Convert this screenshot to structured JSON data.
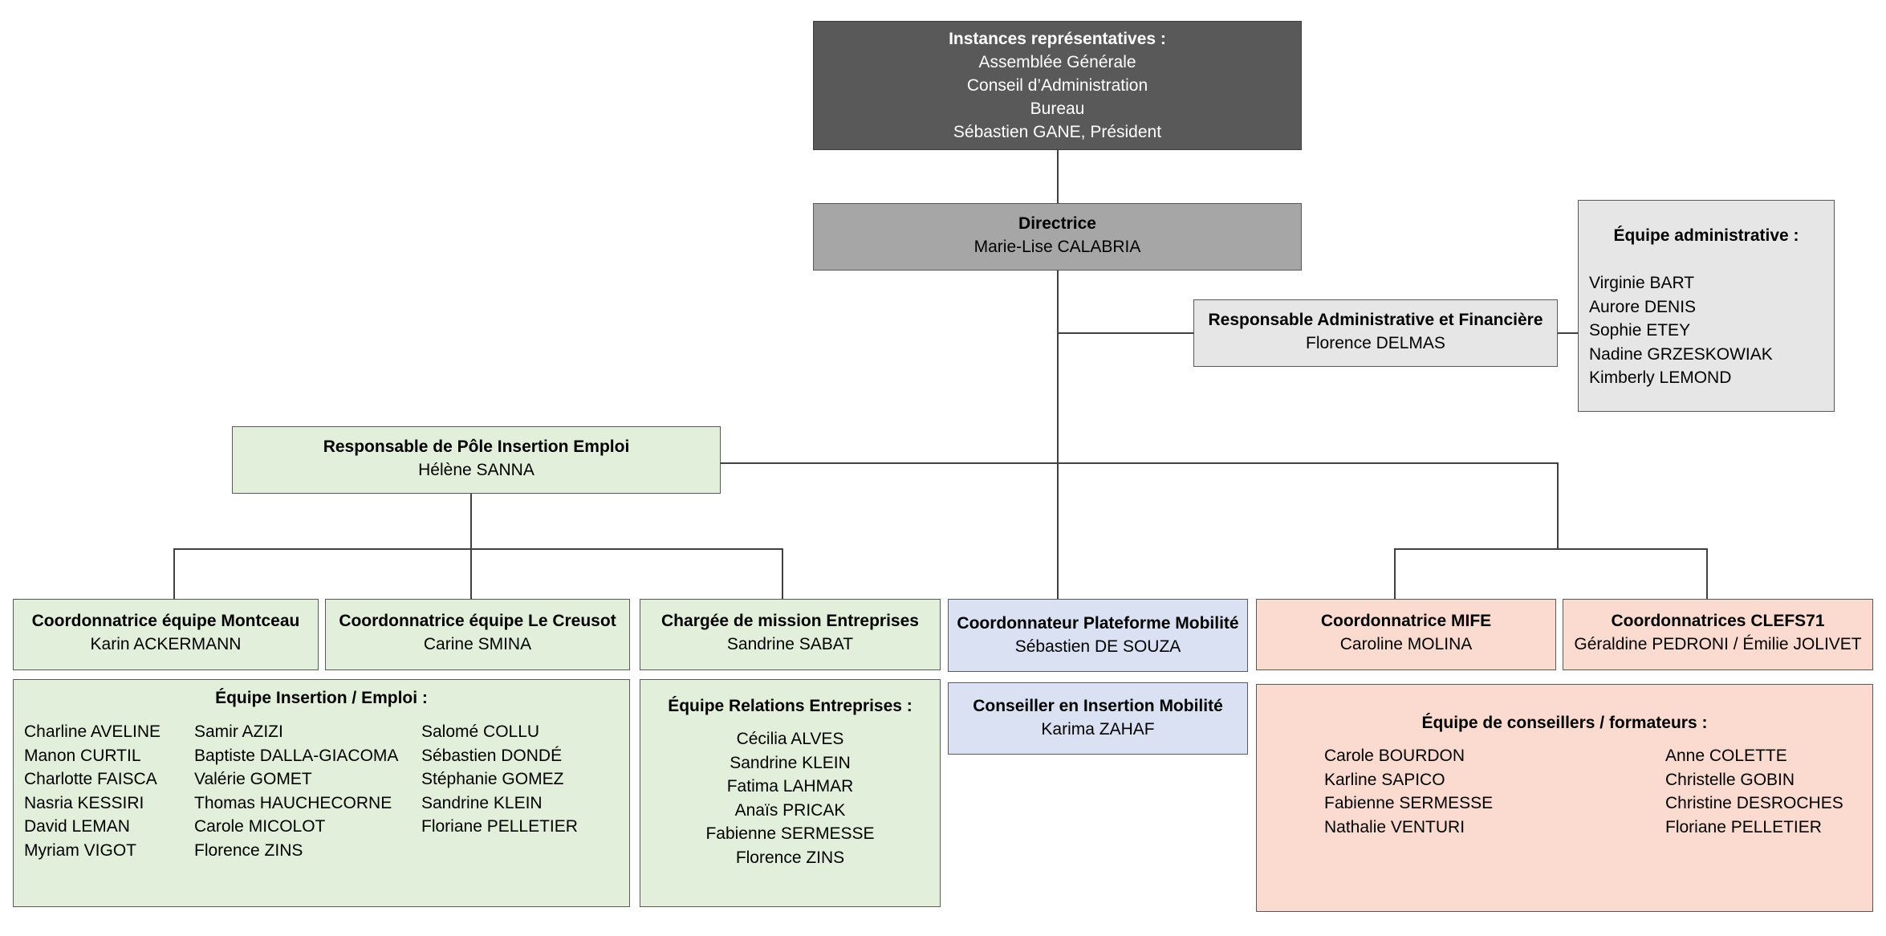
{
  "instances": {
    "title": "Instances représentatives :",
    "lines": [
      "Assemblée Générale",
      "Conseil d’Administration",
      "Bureau",
      "Sébastien GANE, Président"
    ]
  },
  "directrice": {
    "title": "Directrice",
    "name": "Marie-Lise CALABRIA"
  },
  "raf": {
    "title": "Responsable Administrative et Financière",
    "name": "Florence DELMAS"
  },
  "equipe_admin": {
    "title": "Équipe administrative :",
    "members": [
      "Virginie BART",
      "Aurore DENIS",
      "Sophie ETEY",
      "Nadine GRZESKOWIAK",
      "Kimberly LEMOND"
    ]
  },
  "pole": {
    "title": "Responsable de Pôle Insertion Emploi",
    "name": "Hélène SANNA"
  },
  "montceau": {
    "title": "Coordonnatrice équipe Montceau",
    "name": "Karin ACKERMANN"
  },
  "creusot": {
    "title": "Coordonnatrice équipe Le Creusot",
    "name": "Carine SMINA"
  },
  "entreprises": {
    "title": "Chargée de mission Entreprises",
    "name": "Sandrine SABAT"
  },
  "mobilite": {
    "title": "Coordonnateur Plateforme Mobilité",
    "name": "Sébastien DE SOUZA"
  },
  "mife": {
    "title": "Coordonnatrice MIFE",
    "name": "Caroline MOLINA"
  },
  "clefs": {
    "title": "Coordonnatrices CLEFS71",
    "name": "Géraldine PEDRONI / Émilie JOLIVET"
  },
  "equipe_insertion": {
    "title": "Équipe Insertion / Emploi :",
    "col1": [
      "Charline AVELINE",
      "Manon CURTIL",
      "Charlotte FAISCA",
      "Nasria KESSIRI",
      "David LEMAN",
      "Myriam VIGOT"
    ],
    "col2": [
      "Samir AZIZI",
      "Baptiste DALLA-GIACOMA",
      "Valérie GOMET",
      "Thomas HAUCHECORNE",
      "Carole MICOLOT",
      "Florence ZINS"
    ],
    "col3": [
      "Salomé COLLU",
      "Sébastien DONDÉ",
      "Stéphanie GOMEZ",
      "Sandrine KLEIN",
      "Floriane PELLETIER"
    ]
  },
  "equipe_relations": {
    "title": "Équipe Relations Entreprises :",
    "members": [
      "Cécilia ALVES",
      "Sandrine KLEIN",
      "Fatima LAHMAR",
      "Anaïs PRICAK",
      "Fabienne SERMESSE",
      "Florence ZINS"
    ]
  },
  "conseiller_mobilite": {
    "title": "Conseiller en Insertion Mobilité",
    "name": "Karima ZAHAF"
  },
  "equipe_conseillers": {
    "title": "Équipe de conseillers / formateurs :",
    "col1": [
      "Carole BOURDON",
      "Karline SAPICO",
      "Fabienne SERMESSE",
      "Nathalie VENTURI"
    ],
    "col2": [
      "Anne COLETTE",
      "Christelle GOBIN",
      "Christine DESROCHES",
      "Floriane PELLETIER"
    ]
  }
}
